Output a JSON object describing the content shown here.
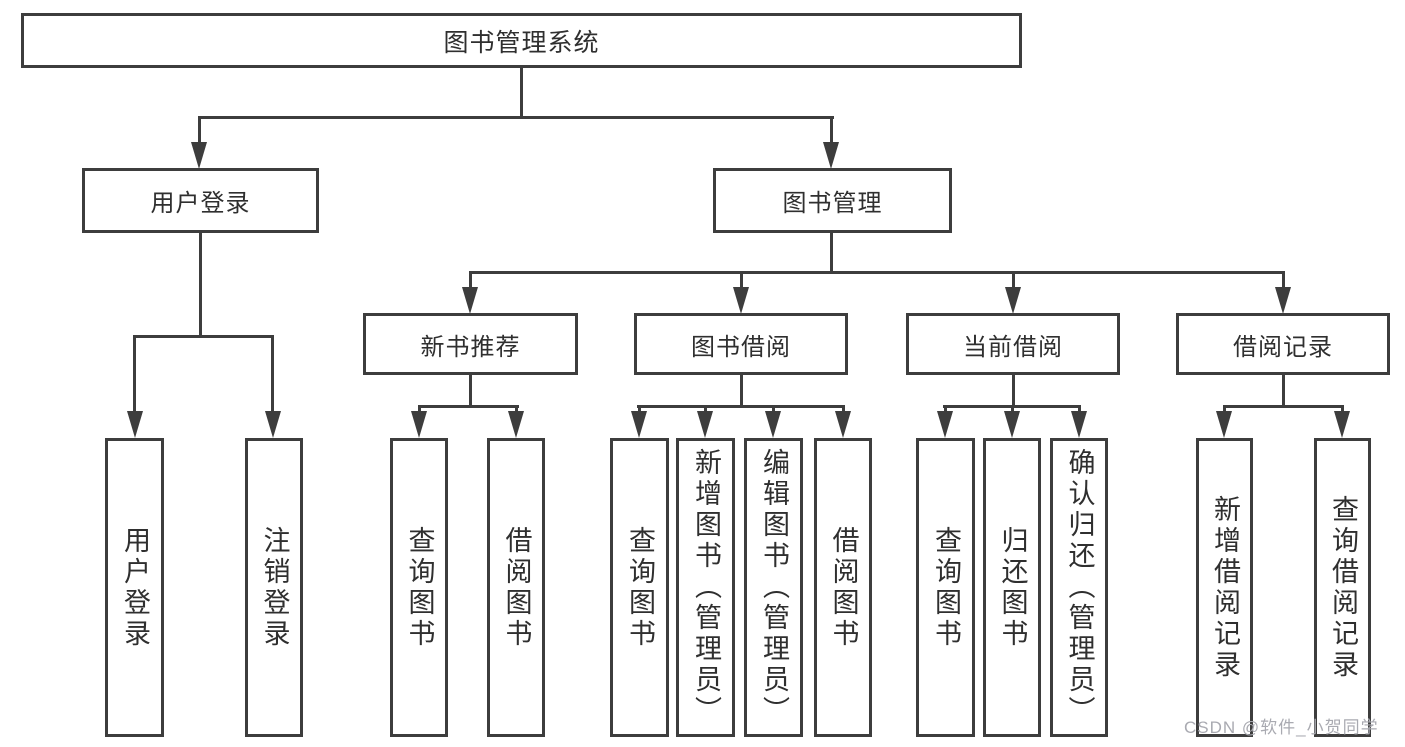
{
  "tree": {
    "root": "图书管理系统",
    "user": {
      "label": "用户登录",
      "children": [
        "用户登录",
        "注销登录"
      ]
    },
    "book": {
      "label": "图书管理",
      "sections": [
        {
          "label": "新书推荐",
          "children": [
            "查询图书",
            "借阅图书"
          ]
        },
        {
          "label": "图书借阅",
          "children": [
            "查询图书",
            "新增图书（管理员）",
            "编辑图书（管理员）",
            "借阅图书"
          ]
        },
        {
          "label": "当前借阅",
          "children": [
            "查询图书",
            "归还图书",
            "确认归还（管理员）"
          ]
        },
        {
          "label": "借阅记录",
          "children": [
            "新增借阅记录",
            "查询借阅记录"
          ]
        }
      ]
    }
  },
  "watermark": "CSDN @软件_小贺同学",
  "colors": {
    "line": "#3d3d3d",
    "text": "#2f2f2f",
    "watermark": "#a9aab1"
  }
}
